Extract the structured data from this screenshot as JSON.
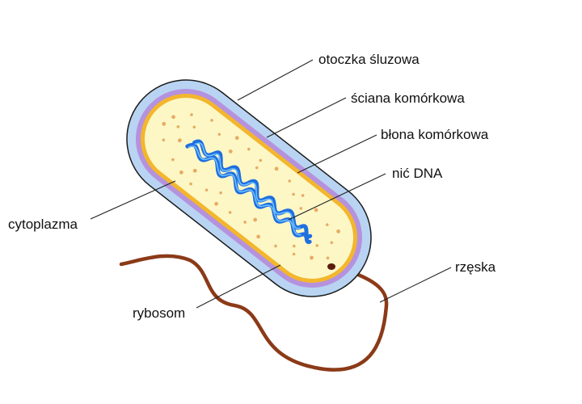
{
  "labels": {
    "capsule": "otoczka śluzowa",
    "cell_wall": "ściana komórkowa",
    "cell_membrane": "błona komórkowa",
    "dna": "nić DNA",
    "cytoplasm": "cytoplazma",
    "ribosome": "rybosom",
    "flagellum": "rzęska"
  },
  "colors": {
    "capsule": "#b8d4f2",
    "capsule_edge": "#1a1a1a",
    "cell_wall": "#b592de",
    "membrane": "#f3b62c",
    "cytoplasm": "#fdf7c6",
    "ribosome": "#e6ac63",
    "dna": "#1f6fe0",
    "dna_light": "#6fc0ff",
    "flagellum": "#8b3a18"
  }
}
